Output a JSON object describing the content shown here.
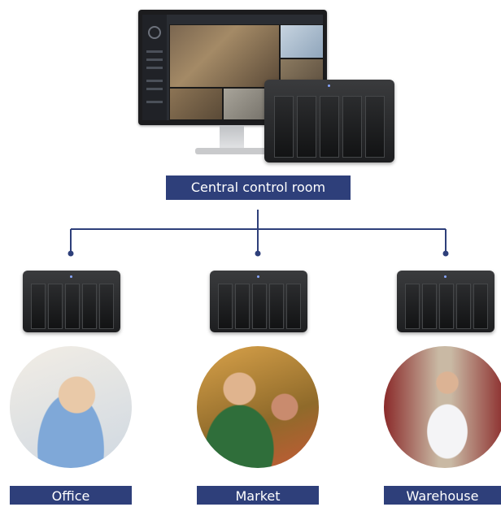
{
  "central": {
    "label": "Central control room"
  },
  "branches": [
    {
      "label": "Office"
    },
    {
      "label": "Market"
    },
    {
      "label": "Warehouse"
    }
  ],
  "colors": {
    "label_bg": "#2e3f7a",
    "connector": "#2e3f7a"
  },
  "icons": [
    "monitor-icon",
    "nas-server-icon"
  ]
}
